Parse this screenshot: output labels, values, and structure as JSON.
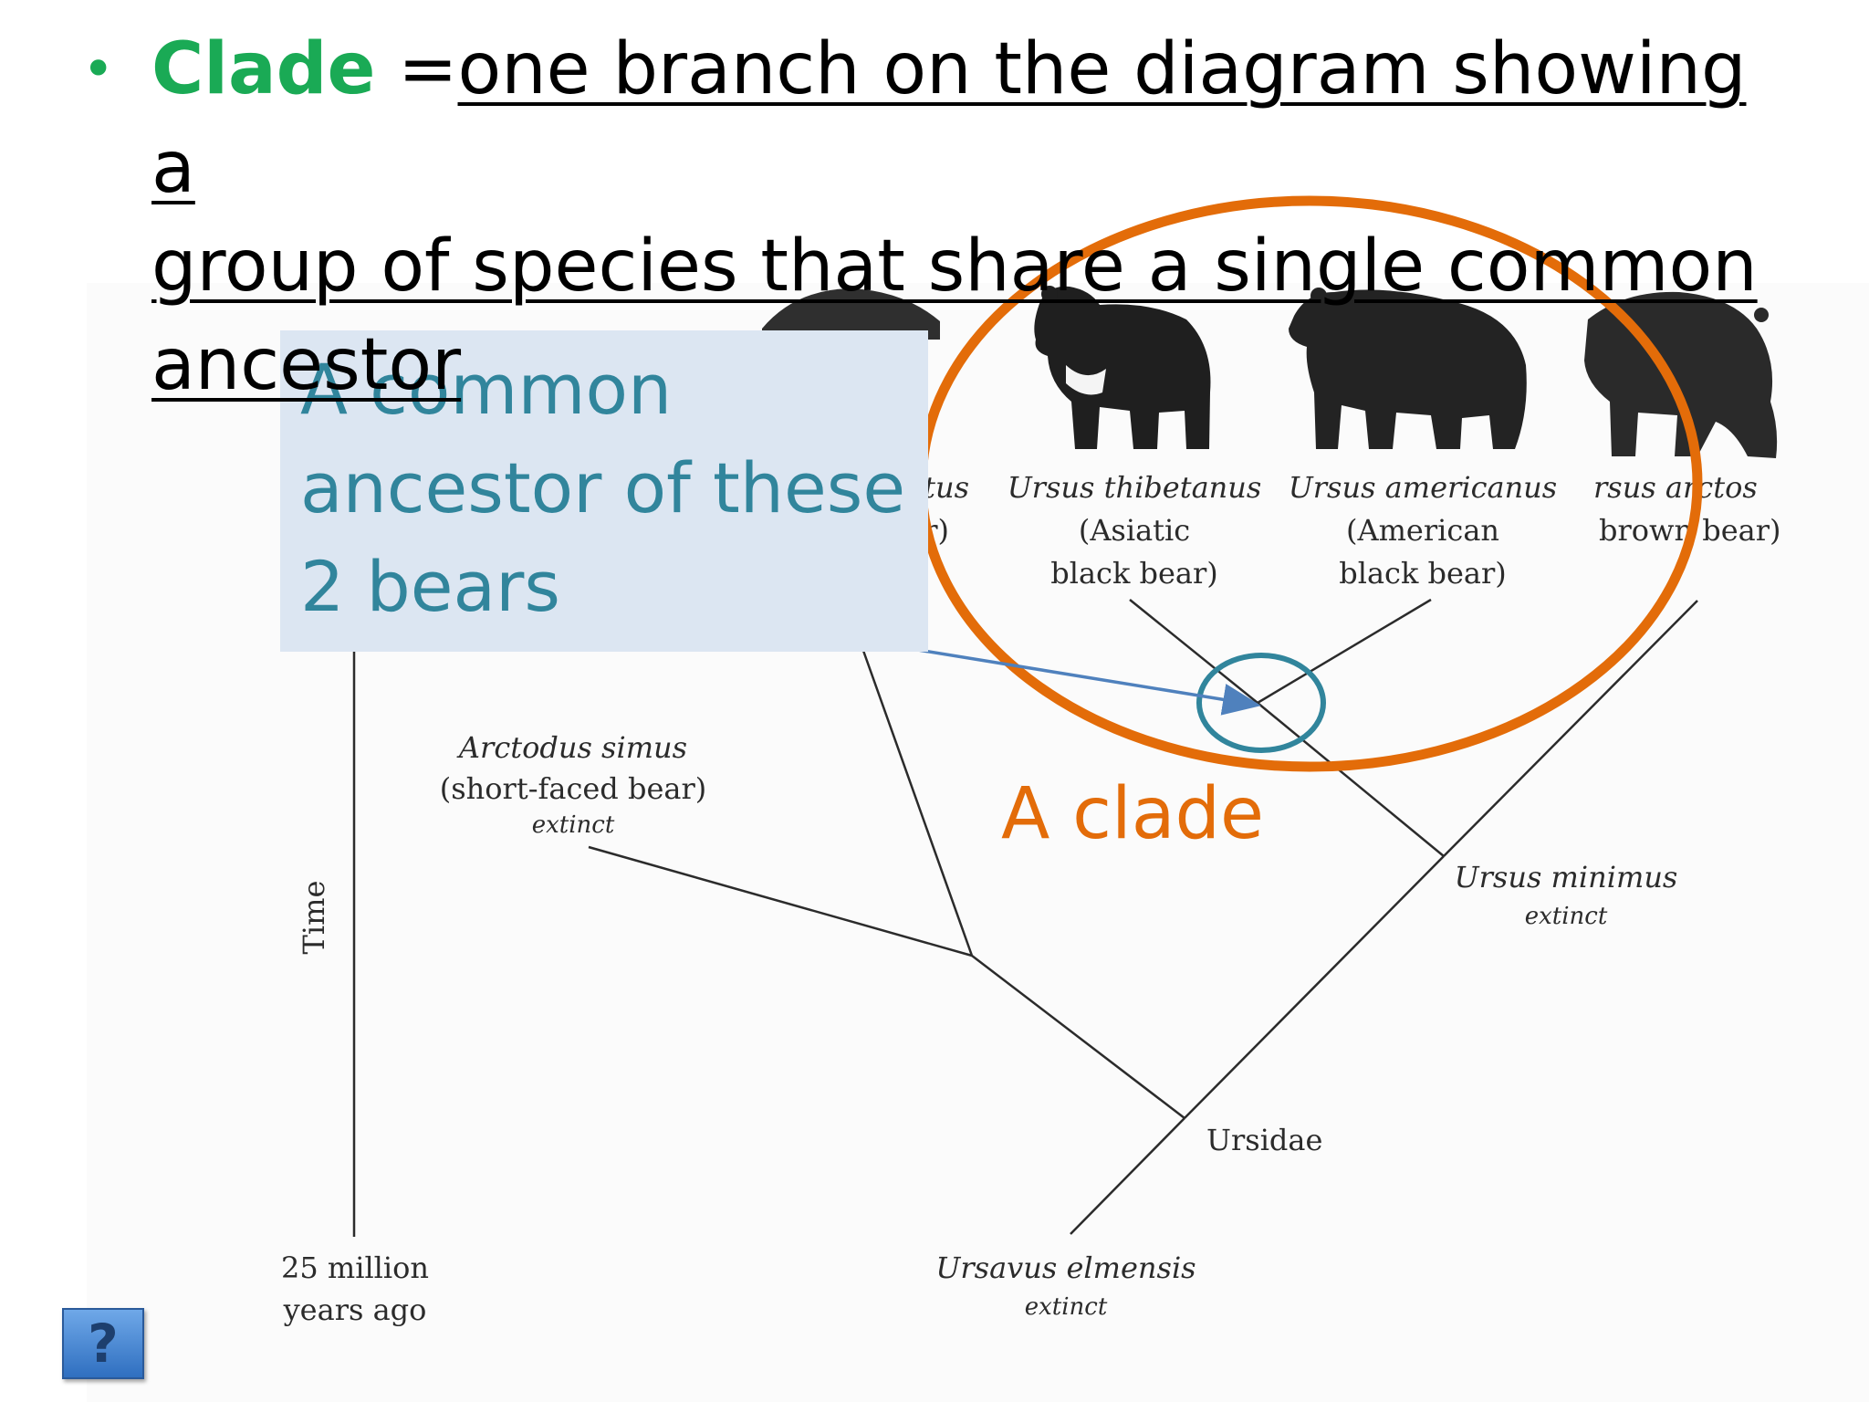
{
  "bullet": {
    "keyword": "Clade",
    "separator": " =",
    "definition_line1": "one branch on the diagram showing a",
    "definition_line2": "group of species that share a single common",
    "definition_line3": "ancestor"
  },
  "callout": {
    "line1": "A common",
    "line2": "ancestor of these",
    "line3": "2 bears",
    "color": "#31859c",
    "background": "#dce6f2"
  },
  "clade_label": "A clade",
  "colors": {
    "clade_keyword": "#1aaa55",
    "clade_ring": "#e36c09",
    "ancestor_circle": "#31859c",
    "arrow": "#4f81bd"
  },
  "tree": {
    "species": [
      {
        "name_partial": "tus",
        "common_partial": "r)"
      },
      {
        "name": "Ursus thibetanus",
        "common1": "(Asiatic",
        "common2": "black bear)"
      },
      {
        "name": "Ursus americanus",
        "common1": "(American",
        "common2": "black bear)"
      },
      {
        "name_partial": "rsus arctos",
        "common_partial": "brown bear)"
      }
    ],
    "arctodus": {
      "name": "Arctodus simus",
      "common": "(short-faced bear)",
      "status": "extinct"
    },
    "ursus_minimus": {
      "name": "Ursus minimus",
      "status": "extinct"
    },
    "ursidae": "Ursidae",
    "ursavus": {
      "name": "Ursavus elmensis",
      "status": "extinct"
    },
    "time_axis": {
      "label": "Time",
      "bottom1": "25 million",
      "bottom2": "years ago"
    }
  },
  "help_button": {
    "label": "?"
  }
}
